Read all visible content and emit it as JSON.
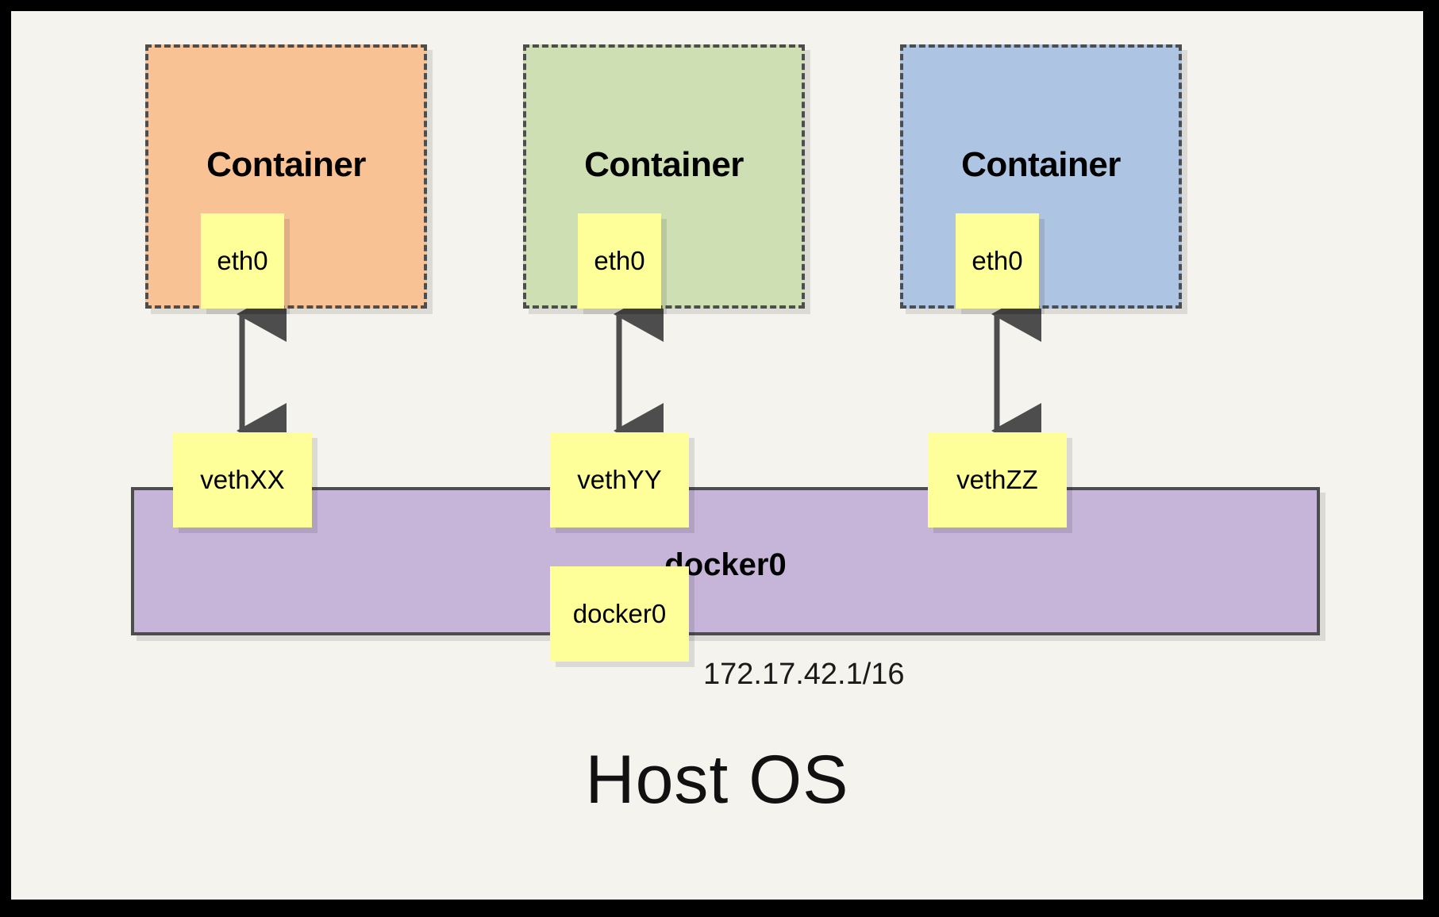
{
  "diagram": {
    "title_text": "Host OS",
    "bridge": {
      "name": "docker0",
      "interface_label": "docker0",
      "ip_address": "172.17.42.1/16",
      "color": "#c6b5d9"
    },
    "containers": [
      {
        "label": "Container",
        "interface": "eth0",
        "veth": "vethXX",
        "color": "#f9c295"
      },
      {
        "label": "Container",
        "interface": "eth0",
        "veth": "vethYY",
        "color": "#cfdfb4"
      },
      {
        "label": "Container",
        "interface": "eth0",
        "veth": "vethZZ",
        "color": "#aec4e3"
      }
    ],
    "colors": {
      "background": "#f4f3ee",
      "frame": "#000000",
      "stroke": "#4d4d4d",
      "interface_fill": "#ffff99"
    }
  }
}
